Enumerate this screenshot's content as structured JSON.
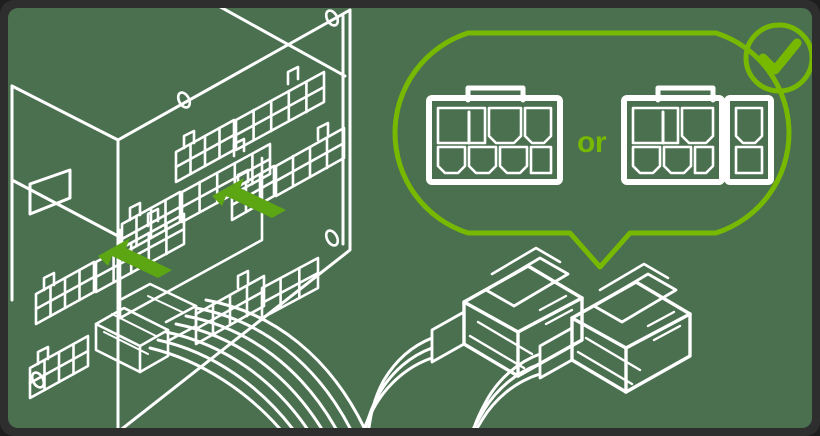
{
  "figure": {
    "title": "PSU PCIe power connector compatibility illustration",
    "description": "Isometric line drawing of a power supply unit panel with modular sockets, two green arrows indicating cable insertion, and a green callout balloon showing an 8-pin connector or a 6+2-pin connector with an approval check badge.",
    "border_color": "#2e2e2e",
    "background_color": "#4a7050",
    "line_color": "#ffffff",
    "accent_green": "#76b900",
    "arrow_green": "#5ca614"
  },
  "callout": {
    "label": "accepted-connectors-callout",
    "or_label": "or",
    "or_color": "#76b900",
    "balloon_stroke": "#76b900",
    "badge": {
      "name": "check-badge",
      "glyph": "check-icon",
      "color": "#76b900"
    },
    "options": [
      {
        "id": "connector-8pin",
        "name": "8-pin PCIe connector",
        "pin_count": 8,
        "rows": 2,
        "columns": 4,
        "has_latch_tab": true
      },
      {
        "id": "connector-6plus2pin",
        "name": "6+2-pin PCIe connector",
        "pin_count": 6,
        "extra_pins": 2,
        "rows": 2,
        "columns": 3,
        "has_latch_tab": true,
        "detachable_module": {
          "id": "module-2pin",
          "pin_count": 2,
          "rows": 2,
          "columns": 1
        }
      }
    ]
  },
  "psu": {
    "label": "power-supply-unit",
    "panel_label": "modular-socket-panel",
    "screw_holes": 4,
    "vent_label": "psu-vent-slot",
    "socket_rows": [
      {
        "id": "socket-row-1",
        "sockets": 2
      },
      {
        "id": "socket-row-2",
        "sockets": 2
      },
      {
        "id": "socket-row-3",
        "sockets": 2
      },
      {
        "id": "socket-row-4",
        "sockets": 2
      },
      {
        "id": "socket-row-5",
        "sockets": 2
      }
    ],
    "arrows": [
      {
        "id": "insert-arrow-upper",
        "direction": "left",
        "color": "#5ca614"
      },
      {
        "id": "insert-arrow-lower",
        "direction": "left",
        "color": "#5ca614"
      }
    ]
  },
  "cables": {
    "label": "pcie-power-cables",
    "plug_count": 2,
    "plugs": [
      {
        "id": "plug-left",
        "name": "left cable plug"
      },
      {
        "id": "plug-right",
        "name": "right cable plug"
      }
    ],
    "strand_count": 6
  }
}
